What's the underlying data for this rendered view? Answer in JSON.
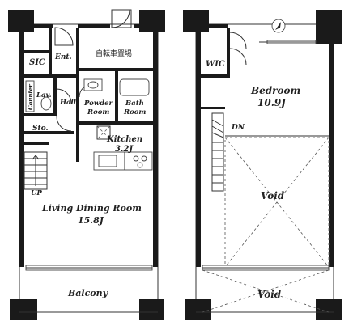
{
  "floor1": {
    "rooms": {
      "sic": "SIC",
      "ent": "Ent.",
      "bicycle": "自転車置場",
      "counter": "Counter",
      "lav": "Lav.",
      "hall": "Hall",
      "powder": [
        "Powder",
        "Room"
      ],
      "bath": [
        "Bath",
        "Room"
      ],
      "sto": "Sto.",
      "kitchen": [
        "Kitchen",
        "3.2J"
      ],
      "living": [
        "Living Dining Room",
        "15.8J"
      ],
      "balcony": "Balcony",
      "up": "UP"
    }
  },
  "floor2": {
    "rooms": {
      "wic": "WIC",
      "bedroom": [
        "Bedroom",
        "10.9J"
      ],
      "dn": "DN",
      "void_upper": "Void",
      "void_lower": "Void"
    }
  },
  "icons": {
    "compass": "north-arrow-icon"
  },
  "colors": {
    "wall": "#1a1a1a",
    "line": "#333333",
    "background": "#ffffff"
  }
}
